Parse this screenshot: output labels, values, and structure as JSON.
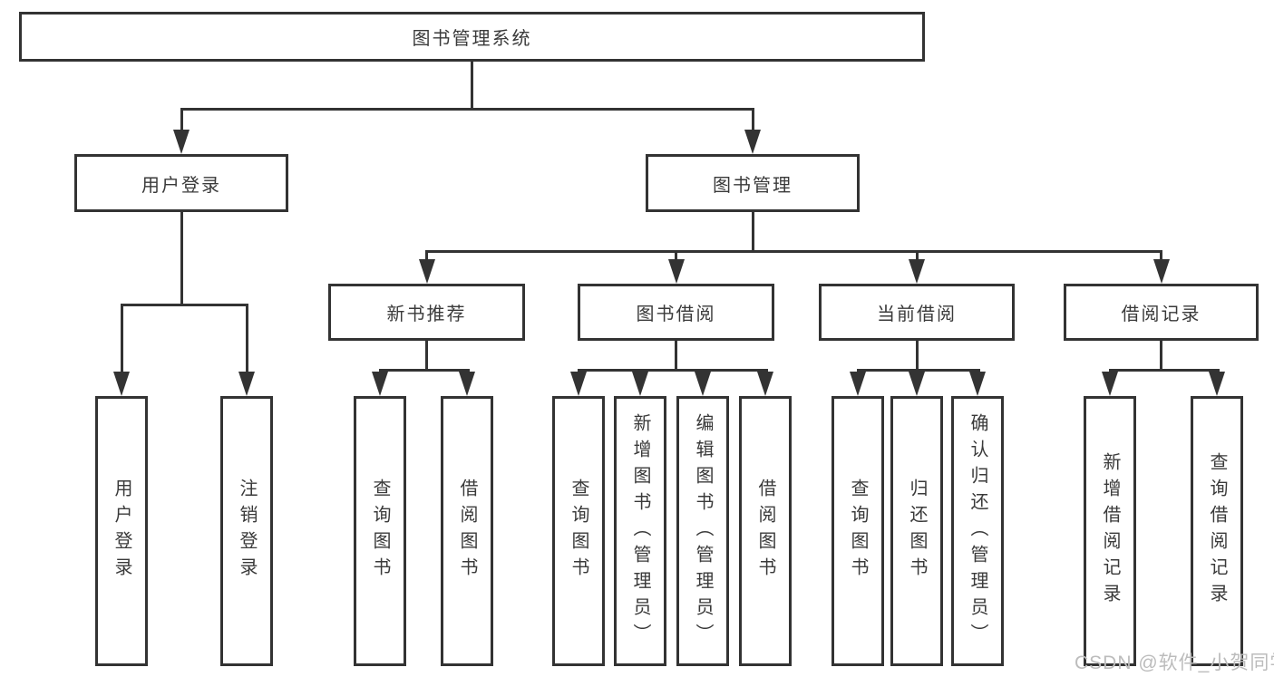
{
  "diagram": {
    "type": "hierarchy-tree",
    "title": "图书管理系统",
    "colors": {
      "line": "#333333",
      "box_border": "#333333",
      "box_fill": "#ffffff",
      "text": "#3a3a3a",
      "watermark": "#bcbcbc"
    },
    "tree": {
      "label": "图书管理系统",
      "children": [
        {
          "label": "用户登录",
          "children": [
            {
              "label": "用户登录"
            },
            {
              "label": "注销登录"
            }
          ]
        },
        {
          "label": "图书管理",
          "children": [
            {
              "label": "新书推荐",
              "children": [
                {
                  "label": "查询图书"
                },
                {
                  "label": "借阅图书"
                }
              ]
            },
            {
              "label": "图书借阅",
              "children": [
                {
                  "label": "查询图书"
                },
                {
                  "label": "新增图书（管理员）"
                },
                {
                  "label": "编辑图书（管理员）"
                },
                {
                  "label": "借阅图书"
                }
              ]
            },
            {
              "label": "当前借阅",
              "children": [
                {
                  "label": "查询图书"
                },
                {
                  "label": "归还图书"
                },
                {
                  "label": "确认归还（管理员）"
                }
              ]
            },
            {
              "label": "借阅记录",
              "children": [
                {
                  "label": "新增借阅记录"
                },
                {
                  "label": "查询借阅记录"
                }
              ]
            }
          ]
        }
      ]
    },
    "watermark": {
      "text": "CSDN @软件_小贺同学"
    }
  }
}
